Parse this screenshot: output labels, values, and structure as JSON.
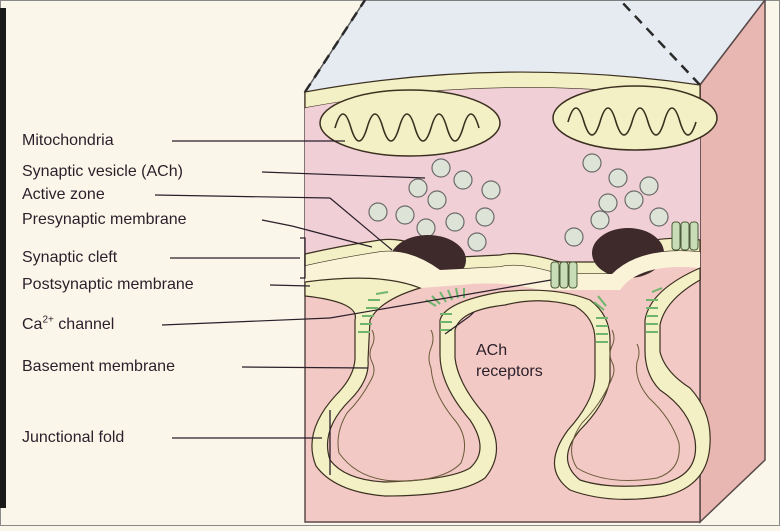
{
  "figure": {
    "labels": {
      "mitochondria": "Mitochondria",
      "synaptic_vesicle": "Synaptic vesicle (ACh)",
      "active_zone": "Active zone",
      "presynaptic_membrane": "Presynaptic membrane",
      "synaptic_cleft": "Synaptic cleft",
      "postsynaptic_membrane": "Postsynaptic membrane",
      "ca_channel_prefix": "Ca",
      "ca_channel_sup": "2+",
      "ca_channel_suffix": " channel",
      "basement_membrane": "Basement membrane",
      "ach_receptors_line1": "ACh",
      "ach_receptors_line2": "receptors",
      "junctional_fold": "Junctional fold"
    },
    "colors": {
      "background": "#fbf6ea",
      "block_front": "#f2c9c4",
      "block_side": "#e9b7b2",
      "block_top": "#e6ebf2",
      "presynaptic_fill": "#f0cfd6",
      "membrane": "#f4f0c6",
      "membrane_edge": "#3c3020",
      "vesicle": "#dde3d7",
      "active_zone": "#3e2a2b",
      "receptor": "#6fb56e",
      "channel": "#c8dcb8",
      "leader_line": "#2a1f2a"
    }
  }
}
